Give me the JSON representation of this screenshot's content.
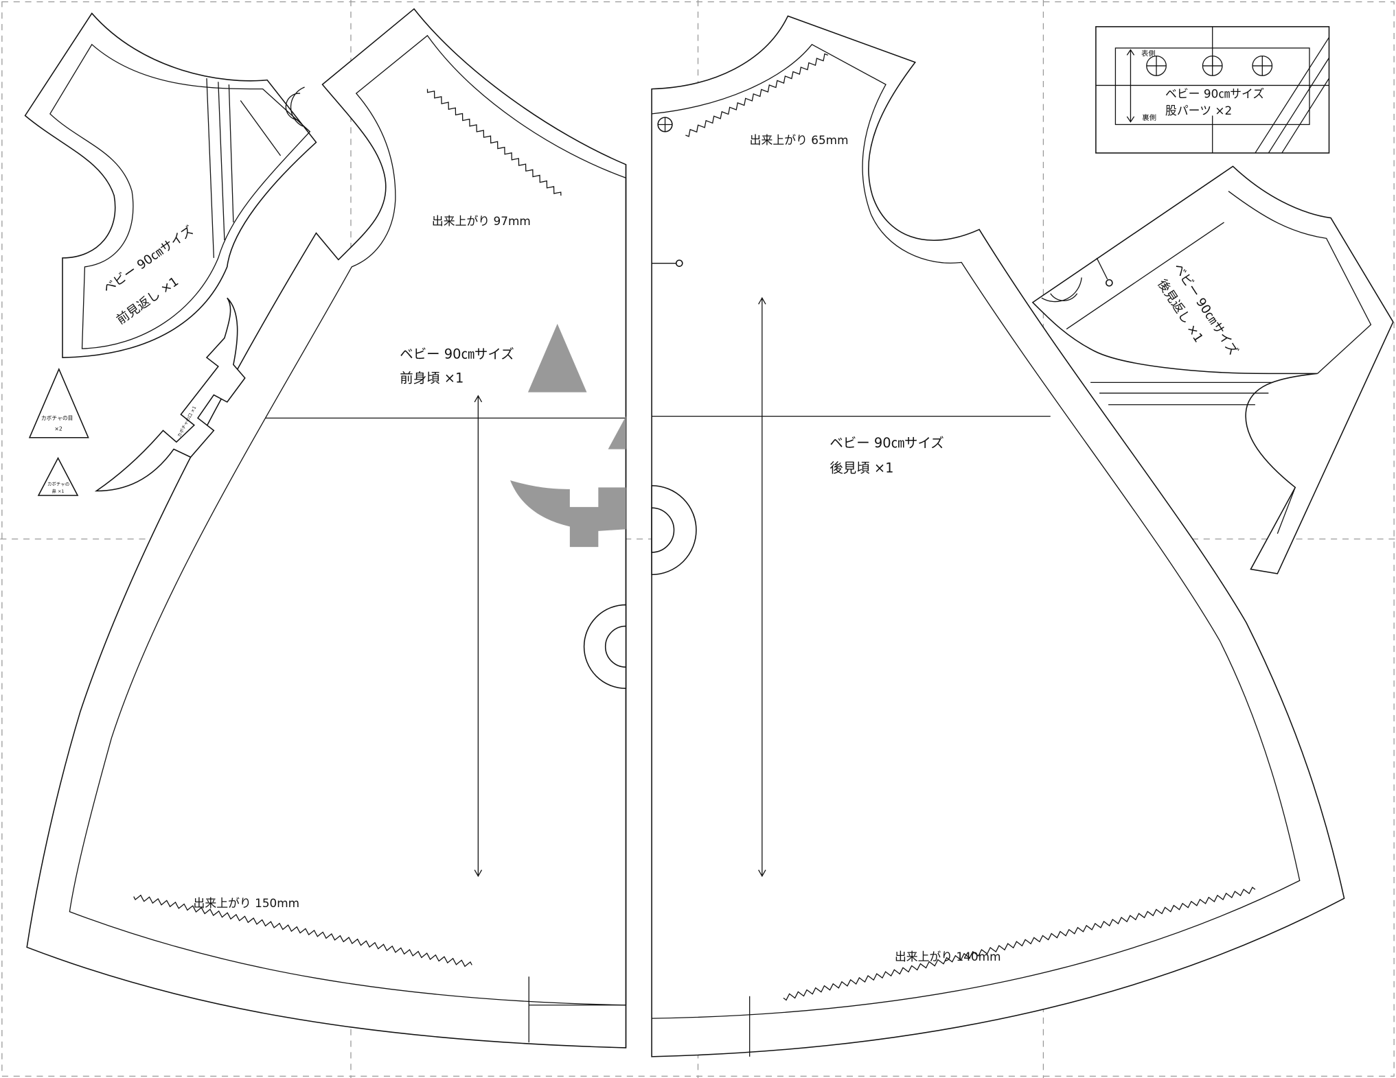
{
  "front_facing": {
    "title": "ベビー 90㎝サイズ",
    "subtitle": "前見返し ×1"
  },
  "pumpkin_eye": {
    "title": "カボチャの目",
    "count": "×2"
  },
  "pumpkin_nose": {
    "title": "カボチャの",
    "count": "鼻 ×1"
  },
  "pumpkin_mouth": {
    "title": "カボチャの口 ×1"
  },
  "front_bodice": {
    "title": "ベビー 90㎝サイズ",
    "subtitle": "前身頃 ×1",
    "finish_top": "出来上がり 97mm",
    "finish_bottom": "出来上がり 150mm"
  },
  "back_bodice": {
    "title": "ベビー 90㎝サイズ",
    "subtitle": "後見頃 ×1",
    "finish_top": "出来上がり 65mm",
    "finish_bottom": "出来上がり 140mm"
  },
  "crotch_part": {
    "title": "ベビー 90㎝サイズ",
    "subtitle": "股パーツ ×2",
    "front_side": "表側",
    "back_side": "裏側"
  },
  "back_facing": {
    "title": "ベビー 90㎝サイズ",
    "subtitle": "後見返し ×1"
  },
  "colors": {
    "line": "#111111",
    "pumpkin": "#999999",
    "guide": "#999999"
  }
}
